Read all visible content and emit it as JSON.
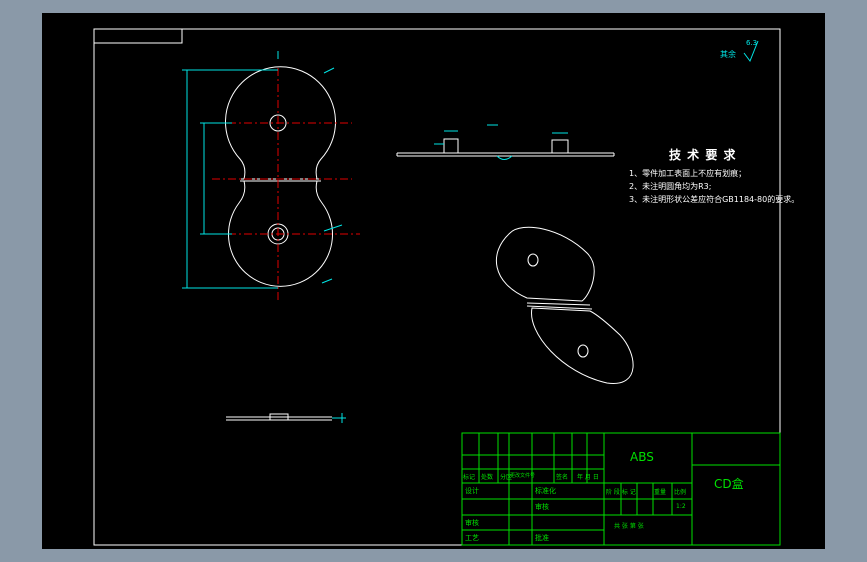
{
  "drawing": {
    "material": "ABS",
    "part_name": "CD盒",
    "scale": "1:2",
    "surface_roughness_note": "其余",
    "roughness_value": "6.3"
  },
  "tech_requirements": {
    "title": "技 术 要 求",
    "items": [
      "1、零件加工表面上不应有划痕；",
      "2、未注明圆角均为R3;",
      "3、未注明形状公差应符合GB1184-80的要求。"
    ]
  },
  "title_block": {
    "row_labels": [
      "标记",
      "处数",
      "分区",
      "更改文件号",
      "签名",
      "年 月 日"
    ],
    "design": "设计",
    "standardize": "标准化",
    "review": "审核",
    "process": "工艺",
    "approve": "批准",
    "stage_mark": "阶 段 标 记",
    "weight": "重量",
    "ratio": "比例",
    "sheets": "共  张  第  张",
    "check": "审核"
  },
  "colors": {
    "background": "#000000",
    "outline": "#ffffff",
    "dimension": "#00e5e5",
    "centerline": "#e00000",
    "title_block": "#00e000",
    "hatch": "#e0e000"
  }
}
